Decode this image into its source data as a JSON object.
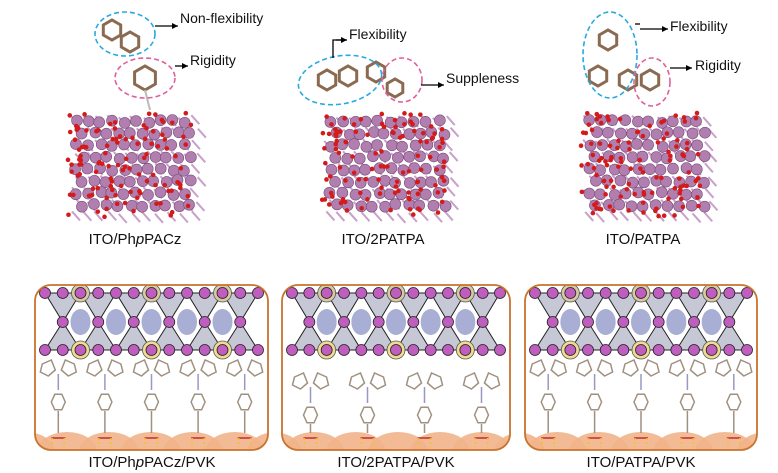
{
  "top_panels": [
    {
      "caption_parts": [
        "ITO/Ph",
        "p",
        "PACz"
      ],
      "annotations": [
        "Non-flexibility",
        "Rigidity"
      ]
    },
    {
      "caption_parts": [
        "ITO/2PATPA",
        "",
        ""
      ],
      "annotations": [
        "Flexibility",
        "Suppleness"
      ]
    },
    {
      "caption_parts": [
        "ITO/PATPA",
        "",
        ""
      ],
      "annotations": [
        "Flexibility",
        "Rigidity"
      ]
    }
  ],
  "bottom_panels": [
    {
      "caption_parts": [
        "ITO/Ph",
        "p",
        "PACz/PVK"
      ]
    },
    {
      "caption_parts": [
        "ITO/2PATPA/PVK",
        "",
        ""
      ]
    },
    {
      "caption_parts": [
        "ITO/PATPA/PVK",
        "",
        ""
      ]
    }
  ],
  "colors": {
    "box_border": "#c8732e",
    "sphere": "#b07fb0",
    "oxygen": "#d41b1b",
    "lattice": "#c6c8d6",
    "oval": "#a8aed4",
    "node": "#c05ec0",
    "substrate": "#f2b48a",
    "ellipse_blue": "#29a9e0",
    "ellipse_pink": "#e0609a"
  }
}
